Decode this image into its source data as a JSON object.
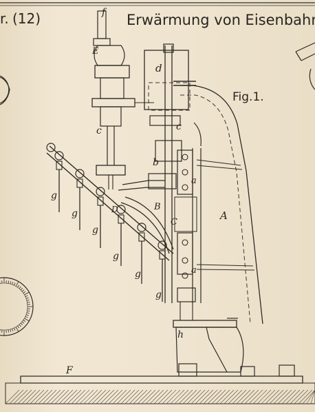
{
  "header": {
    "sheet_no_prefix": "r.",
    "sheet_no": "(12)",
    "title": "Erwärmung von Eisenbahn-V"
  },
  "figure": {
    "label": "Fig.1."
  },
  "part_labels": {
    "f": "f",
    "E": "E",
    "d": "d",
    "c1": "c",
    "c2": "c",
    "b": "b",
    "a1": "a",
    "a2": "a",
    "A": "A",
    "B": "B",
    "C": "C",
    "D": "D",
    "h": "h",
    "F": "F",
    "g": "g"
  },
  "colors": {
    "paper": "#efe4cf",
    "ink": "#2e2a25"
  }
}
